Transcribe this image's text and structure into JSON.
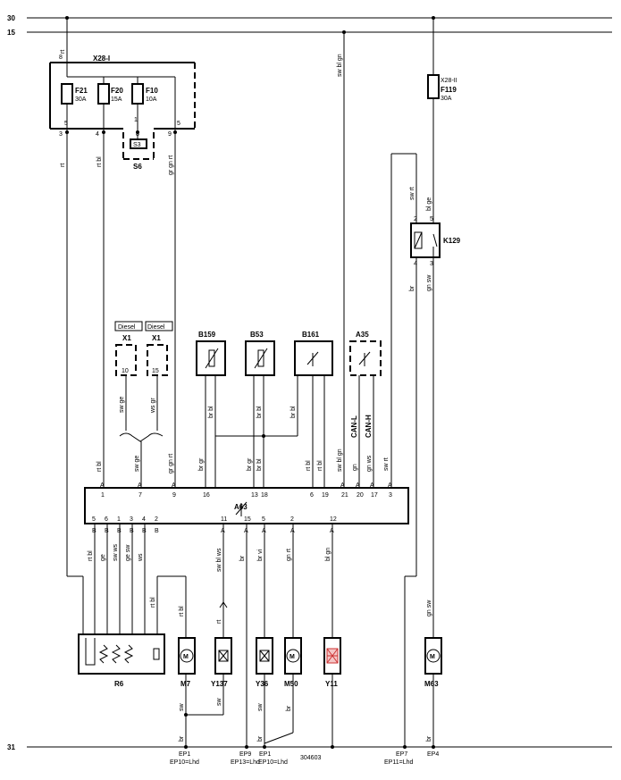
{
  "rails": {
    "top1": "30",
    "top2": "15",
    "bottom": "31"
  },
  "fusebox": {
    "name": "X28-I",
    "f21": "F21",
    "f21_rating": "30A",
    "f20": "F20",
    "f20_rating": "15A",
    "f10": "F10",
    "f10_rating": "10A",
    "pin_top": "8",
    "pin1": "1",
    "pin8": "8",
    "pin5": "5",
    "pin3": "3",
    "pin4": "4",
    "pin9": "9",
    "pin5b": "5"
  },
  "s6": {
    "name": "S6",
    "inner": "S3"
  },
  "f119": {
    "name": "F119",
    "rating": "30A",
    "socket": "X28-II"
  },
  "k129": {
    "name": "K129",
    "pin2": "2",
    "pin5": "5",
    "pin4": "4",
    "pin3": "3"
  },
  "x1a": {
    "name": "X1",
    "tag": "Diesel",
    "pin": "10"
  },
  "x1b": {
    "name": "X1",
    "tag": "Diesel",
    "pin": "15"
  },
  "b159": {
    "name": "B159"
  },
  "b53": {
    "name": "B53"
  },
  "b161": {
    "name": "B161"
  },
  "a35": {
    "name": "A35"
  },
  "a63": {
    "name": "A63",
    "top_pins": [
      "1",
      "7",
      "9",
      "16",
      "13",
      "18",
      "6",
      "19",
      "21",
      "20",
      "17",
      "3"
    ],
    "bot_pins": [
      "5",
      "6",
      "1",
      "3",
      "4",
      "2",
      "11",
      "15",
      "5",
      "2",
      "12"
    ],
    "letter_a": "A",
    "letter_b": "B"
  },
  "r6": {
    "name": "R6"
  },
  "m7": {
    "name": "M7"
  },
  "y137": {
    "name": "Y137"
  },
  "y36": {
    "name": "Y36"
  },
  "m50": {
    "name": "M50"
  },
  "y11": {
    "name": "Y11"
  },
  "m63": {
    "name": "M63"
  },
  "wire_colors": {
    "rt": "rt",
    "rtbl": "rt bl",
    "grgnrt": "gr gn rt",
    "swblgn": "sw bl gn",
    "swrt": "sw rt",
    "blge": "bl ge",
    "br": "br",
    "gnsw": "gn sw",
    "swge": "sw ge",
    "wsgr": "ws gr",
    "brgr": "br gr",
    "brbl": "br bl",
    "rtbl2": "rt bl",
    "gn": "gn",
    "gnws": "gn ws",
    "canl": "CAN-L",
    "canh": "CAN-H",
    "ge": "ge",
    "swws": "sw ws",
    "gesw": "ge sw",
    "ws": "ws",
    "swblws": "sw bl ws",
    "brvi": "br vi",
    "gnrt": "gn rt",
    "blgn": "bl gn",
    "sw": "sw"
  },
  "grounds": {
    "ep1a": "EP1",
    "ep10a": "EP10=Lhd",
    "ep9": "EP9",
    "ep13": "EP13=Lhd",
    "ep1b": "EP1",
    "ep10b": "EP10=Lhd",
    "code": "304603",
    "ep7": "EP7",
    "ep11": "EP11=Lhd",
    "ep4": "EP4"
  }
}
